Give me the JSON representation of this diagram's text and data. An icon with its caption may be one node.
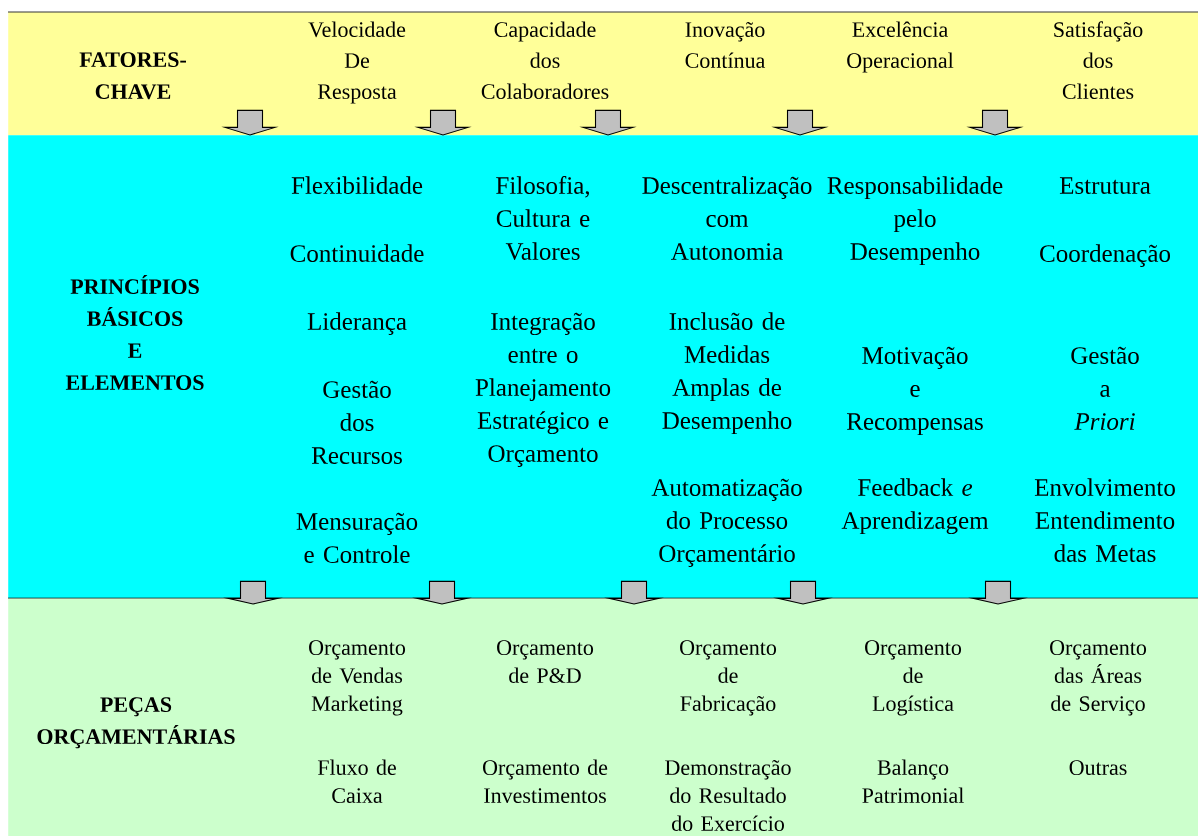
{
  "diagram": {
    "nodes": [
      {
        "text": [
          "FATORES- CHAVE",
          "Velocidade De Resposta",
          "Capacidade dos Colaboradores",
          "Inovação Contínua",
          "Excelência Operacional",
          "Satisfação dos Clientes"
        ]
      },
      {
        "text": [
          "PRINCÍPIOS BÁSICOS E ELEMENTOS",
          "Flexibilidade",
          "Filosofia, Cultura e Valores",
          "Descentralização com Autonomia",
          "Responsabilidade pelo Desempenho",
          "Estrutura",
          "Continuidade",
          "Coordenação",
          "Liderança",
          "Integração entre o Planejamento Estratégico e Orçamento",
          "Inclusão de Medidas Amplas de Desempenho",
          "Motivação e Recompensas",
          "Gestão a *Priori*",
          "Gestão dos Recursos",
          "Mensuração e Controle",
          "Automatização do Processo Orçamentário",
          "Feedback *e* Aprendizagem",
          "Envolvimento Entendimento das Metas"
        ]
      },
      {
        "text": [
          "PEÇAS ORÇAMENTÁRIAS",
          "Orçamento de Vendas Marketing",
          "Orçamento de P&D",
          "Orçamento de Fabricação",
          "Orçamento de Logística",
          "Orçamento das Áreas de Serviço",
          "Fluxo de Caixa",
          "Orçamento de Investimentos",
          "Demonstração do Resultado do Exercício",
          "Balanço Patrimonial",
          "Outras"
        ]
      }
    ],
    "edges": [
      {
        "from": 0,
        "to": 1,
        "arrow": "to"
      },
      {
        "from": 0,
        "to": 1,
        "arrow": "to"
      },
      {
        "from": 0,
        "to": 1,
        "arrow": "to"
      },
      {
        "from": 0,
        "to": 1,
        "arrow": "to"
      },
      {
        "from": 0,
        "to": 1,
        "arrow": "to"
      },
      {
        "from": 1,
        "to": 2,
        "arrow": "to"
      },
      {
        "from": 1,
        "to": 2,
        "arrow": "to"
      },
      {
        "from": 1,
        "to": 2,
        "arrow": "to"
      },
      {
        "from": 1,
        "to": 2,
        "arrow": "to"
      },
      {
        "from": 1,
        "to": 2,
        "arrow": "to"
      }
    ]
  }
}
